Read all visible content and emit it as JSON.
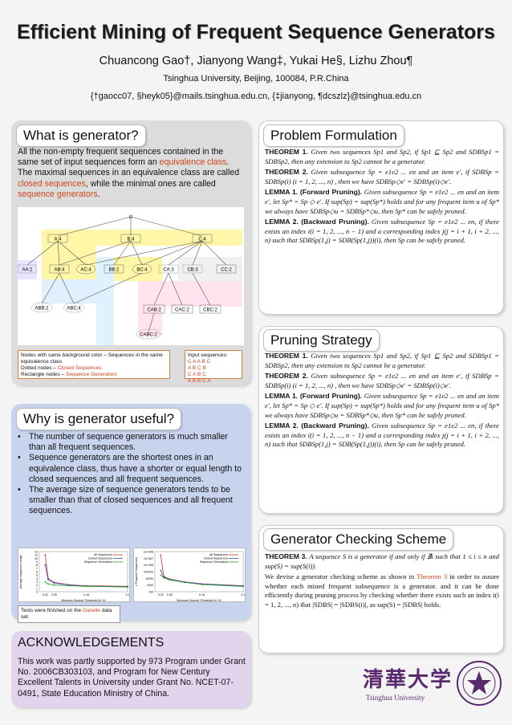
{
  "header": {
    "title": "Efficient Mining of Frequent Sequence Generators",
    "authors": "Chuancong Gao†, Jianyong Wang‡, Yukai He§, Lizhu Zhou¶",
    "affiliation": "Tsinghua University, Beijing, 100084, P.R.China",
    "emails": "{†gaocc07, §heyk05}@mails.tsinghua.edu.cn, {‡jianyong, ¶dcszlz}@tsinghua.edu.cn"
  },
  "what": {
    "heading": "What is generator?",
    "p1": "All the non-empty frequent sequences contained in the same set of input sequences form an ",
    "p1_hl": "equivalence class",
    "p2": ". The maximal sequences in an equivalence class are called ",
    "p2_hl": "closed sequences",
    "p3": ", while the minimal ones are called ",
    "p3_hl": "sequence generators",
    "p4": ".",
    "legend_lines": [
      "Nodes with same background color – Sequences in the same equivalence class",
      "Dotted nodes – ",
      "Rectangle nodes – "
    ],
    "legend_red": [
      "Closed Sequences",
      "Sequence Generators"
    ],
    "input_title": "Input sequences:",
    "input_seqs": [
      "C A A B C",
      "A B C B",
      "C A B C",
      "A B B C A"
    ],
    "nodes": {
      "root": "∅",
      "a4": "A:4",
      "b4": "B:4",
      "c4": "C:4",
      "aa2": "AA:2",
      "ab4": "AB:4",
      "ac4": "AC:4",
      "bb2": "BB:2",
      "bc4": "BC:4",
      "ca3": "CA:3",
      "cb3": "CB:3",
      "cc2": "CC:2",
      "abb2": "ABB:2",
      "abc4": "ABC:4",
      "cab2": "CAB:2",
      "cac2": "CAC:2",
      "cbc2": "CBC:2",
      "cabc2": "CABC:2"
    }
  },
  "why": {
    "heading": "Why is generator useful?",
    "bullets": [
      "The number of sequence generators is much smaller than all frequent sequences.",
      "Sequence generators are the shortest ones in an equivalence class, thus have a shorter or equal length to closed sequences and all frequent sequences.",
      "The average size of sequence generators tends to be smaller than that of closed sequences and all frequent sequences."
    ],
    "note_pre": "Tests were finished on the ",
    "note_hl": "Gazelle",
    "note_post": " data set."
  },
  "chart_data": [
    {
      "type": "line",
      "ylabel": "Average Sequence Length",
      "xlabel": "Minimum Support Threshold (in %)",
      "legend": "top-right",
      "x": [
        0.02,
        0.03,
        0.05,
        0.1,
        0.16,
        0.3
      ],
      "yticks": [
        "0",
        "1",
        "2",
        "3",
        "4",
        "5",
        "6",
        "7",
        "8",
        "9",
        "10",
        "11",
        "12"
      ],
      "xticks": [
        "0.02",
        "0.05",
        "0.16",
        "0.3"
      ],
      "ylim": [
        0,
        12
      ],
      "series": [
        {
          "name": "All Sequences",
          "values": [
            11,
            4,
            2.8,
            2.1,
            1.8,
            1.6
          ]
        },
        {
          "name": "Closed Sequences",
          "values": [
            8,
            3.6,
            2.6,
            2.0,
            1.7,
            1.5
          ]
        },
        {
          "name": "Sequence Generators",
          "values": [
            3,
            2.3,
            2.0,
            1.8,
            1.6,
            1.4
          ]
        }
      ],
      "colors": [
        "#d03030",
        "#3050c0",
        "#20a020"
      ]
    },
    {
      "type": "line",
      "log_scale": true,
      "ylabel": "# Frequent Sequences",
      "xlabel": "Minimum Support Threshold (in %)",
      "legend": "top-right",
      "x": [
        0.02,
        0.03,
        0.05,
        0.1,
        0.16,
        0.3
      ],
      "yticks": [
        "100",
        "1000",
        "10000",
        "100000",
        "1e+006",
        "1e+007",
        "1e+008"
      ],
      "xticks": [
        "0.02",
        "0.05",
        "0.16",
        "0.3"
      ],
      "ylim": [
        100,
        100000000
      ],
      "series": [
        {
          "name": "All Sequences",
          "values": [
            30000000,
            20000,
            8000,
            3000,
            1500,
            800
          ]
        },
        {
          "name": "Closed Sequences",
          "values": [
            150000,
            15000,
            7000,
            2800,
            1400,
            700
          ]
        },
        {
          "name": "Sequence Generators",
          "values": [
            30000,
            12000,
            6000,
            2500,
            1200,
            600
          ]
        }
      ],
      "colors": [
        "#d03030",
        "#3050c0",
        "#20a020"
      ]
    }
  ],
  "ack": {
    "heading": "ACKNOWLEDGEMENTS",
    "text": "This work was partly supported by 973 Program under Grant No. 2006CB303103, and Program for New Century Excellent Talents in University under Grant No. NCET-07-0491, State Education Ministry of China."
  },
  "problem": {
    "heading": "Problem Formulation"
  },
  "pruning": {
    "heading": "Pruning Strategy"
  },
  "generator": {
    "heading": "Generator Checking Scheme",
    "t3_label": "THEOREM 3.",
    "t3": "A sequence S is a generator if and only if ∄i such that 1 ≤ i ≤ n and sup(S) = sup(S(i)).",
    "desc_pre": "We devise a generator checking scheme as shown in ",
    "desc_hl": "Theorem 3",
    "desc_post": " in order to assure whether each mined frequent subsequence is a generator. and it can be done efficiently during pruning process by checking whether there exists such an index i(i = 1, 2, ..., n) that |SDBS| = |SDBS(i)|, as sup(S) = |SDBS| holds."
  },
  "theorems": {
    "t1_label": "THEOREM 1.",
    "t1": "Given two sequences Sp1 and Sp2, if Sp1 ⊑ Sp2 and SDBSp1 = SDBSp2, then any extension to Sp2 cannot be a generator.",
    "t2_label": "THEOREM 2.",
    "t2": "Given subsequence Sp = e1e2 ... en and an item e′, if SDBSp = SDBSp(i) (i = 1, 2, ..., n) , then we have SDBSp◇e′ = SDBSp(i)◇e′.",
    "l1_label": "LEMMA 1. (Forward Pruning).",
    "l1": "Given subsequence Sp = e1e2 ... en and an item e′, let Sp* = Sp ◇ e′. If sup(Sp) = sup(Sp*) holds and for any frequent item u of Sp* we always have SDBSp◇u = SDBSp*◇u, then Sp* can be safely pruned.",
    "l2_label": "LEMMA 2. (Backward Pruning).",
    "l2": "Given subsequence Sp = e1e2 ... en, if there exists an index i(i = 1, 2, ..., n − 1) and a corresponding index j(j = i + 1, i + 2, ..., n) such that SDBSp(1,j) = SDB(Sp(1,j))(i), then Sp can be safely pruned."
  },
  "logo": {
    "text": "清華大学",
    "sub": "Tsinghua University"
  }
}
